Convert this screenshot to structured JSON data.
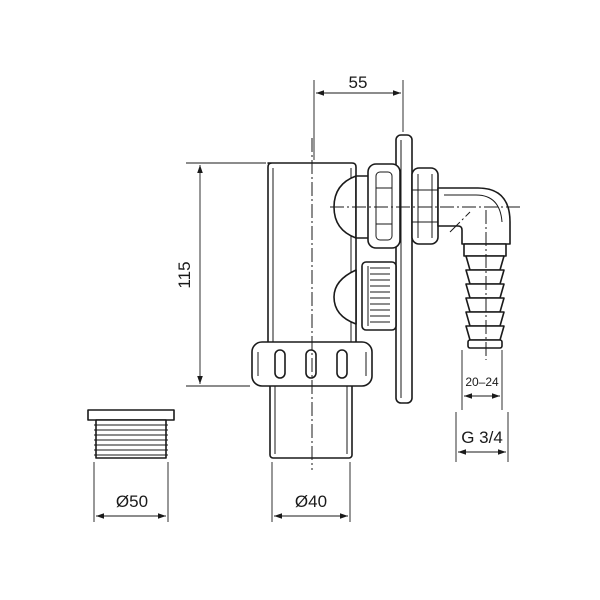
{
  "dimensions": {
    "top_width": "55",
    "height": "115",
    "hose_range": "20–24",
    "thread": "G 3/4",
    "adapter_diameter": "Ø50",
    "outlet_diameter": "Ø40"
  },
  "colors": {
    "line": "#1a1a1a",
    "background": "#ffffff"
  }
}
